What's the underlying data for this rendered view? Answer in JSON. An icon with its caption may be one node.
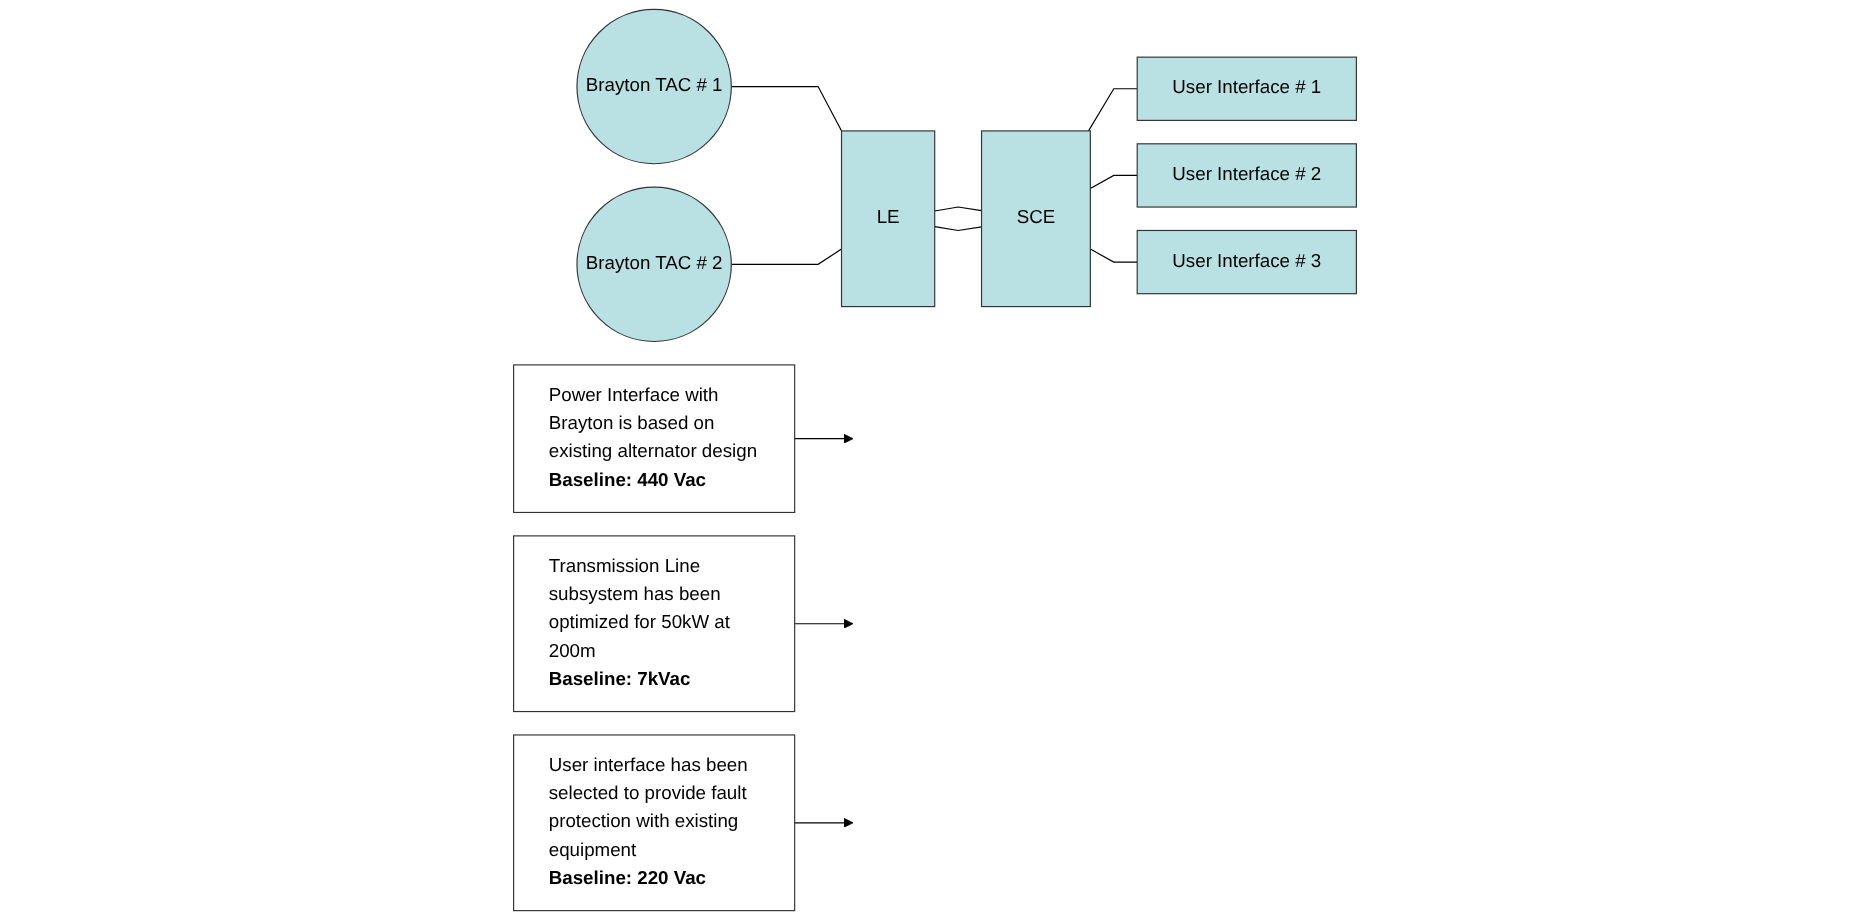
{
  "diagram": {
    "nodes": [
      {
        "text": [
          "Brayton TAC # 1"
        ]
      },
      {
        "text": [
          "Brayton TAC # 2"
        ]
      },
      {
        "text": [
          "LE"
        ]
      },
      {
        "text": [
          "SCE"
        ]
      },
      {
        "text": [
          "User Interface # 1"
        ]
      },
      {
        "text": [
          "User Interface # 2"
        ]
      },
      {
        "text": [
          "User Interface # 3"
        ]
      },
      {
        "text": [
          "Power Interface with Brayton is based on existing alternator design",
          "Baseline: 440 Vac"
        ]
      },
      {
        "text": [
          "Transmission Line subsystem has been optimized for 50kW at 200m",
          "Baseline: 7kVac"
        ]
      },
      {
        "text": [
          "User interface has been selected to provide fault protection with existing equipment",
          "Baseline: 220 Vac"
        ]
      }
    ],
    "edges": [
      {
        "from": 0,
        "to": 2,
        "arrow": "none"
      },
      {
        "from": 1,
        "to": 2,
        "arrow": "none"
      },
      {
        "from": 2,
        "to": 3,
        "arrow": "none"
      },
      {
        "from": 2,
        "to": 3,
        "arrow": "none"
      },
      {
        "from": 3,
        "to": 4,
        "arrow": "none"
      },
      {
        "from": 3,
        "to": 5,
        "arrow": "none"
      },
      {
        "from": 3,
        "to": 6,
        "arrow": "none"
      },
      {
        "from": 7,
        "to": null,
        "arrow": "to"
      },
      {
        "from": 8,
        "to": null,
        "arrow": "to"
      },
      {
        "from": 9,
        "to": null,
        "arrow": "to"
      }
    ]
  }
}
